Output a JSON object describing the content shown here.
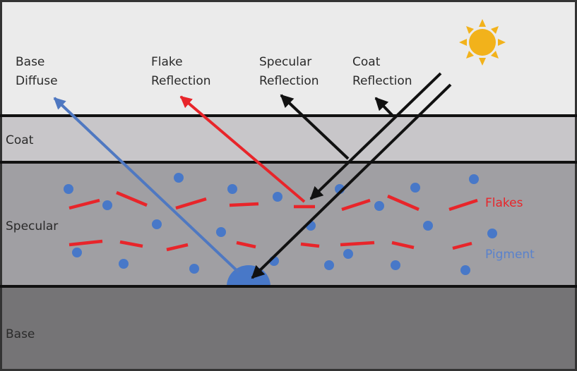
{
  "layers": {
    "coat": "Coat",
    "specular": "Specular",
    "base": "Base"
  },
  "rays": {
    "base_diffuse": [
      "Base",
      "Diffuse"
    ],
    "flake_reflection": [
      "Flake",
      "Reflection"
    ],
    "specular_reflection": [
      "Specular",
      "Reflection"
    ],
    "coat_reflection": [
      "Coat",
      "Reflection"
    ]
  },
  "legend": {
    "flakes": "Flakes",
    "pigment": "Pigment"
  },
  "colors": {
    "sky": "#ebebeb",
    "coat": "#c8c6c9",
    "specular": "#a09fa3",
    "base": "#757476",
    "flake": "#e8252a",
    "pigment": "#4878c8",
    "diffuse_ray": "#4f78c1",
    "flake_ray": "#e8252a",
    "specular_ray": "#111111",
    "sun": "#f2b21b",
    "legend_flakes": "#e8252a",
    "legend_pigment": "#5a82cc"
  },
  "icons": {
    "light_source": "sun-icon"
  }
}
